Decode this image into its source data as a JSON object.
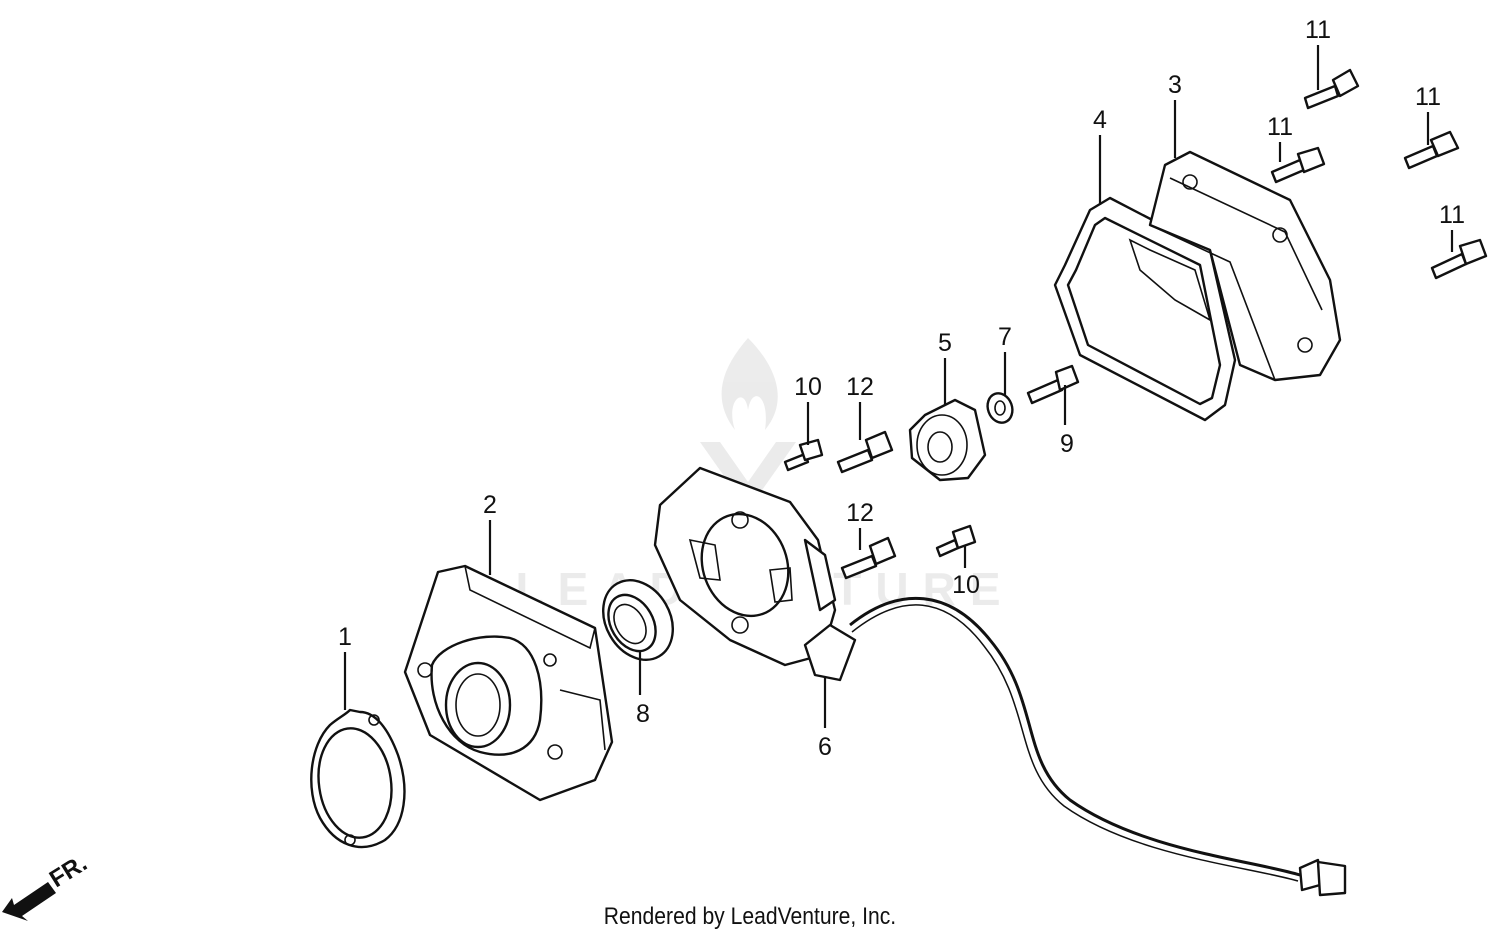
{
  "diagram": {
    "callouts": [
      "1",
      "2",
      "3",
      "4",
      "5",
      "6",
      "7",
      "8",
      "9",
      "10",
      "10",
      "11",
      "11",
      "11",
      "11",
      "12",
      "12"
    ],
    "direction_label": "FR.",
    "watermark": "LEADVENTURE",
    "footer": "Rendered by LeadVenture, Inc."
  }
}
